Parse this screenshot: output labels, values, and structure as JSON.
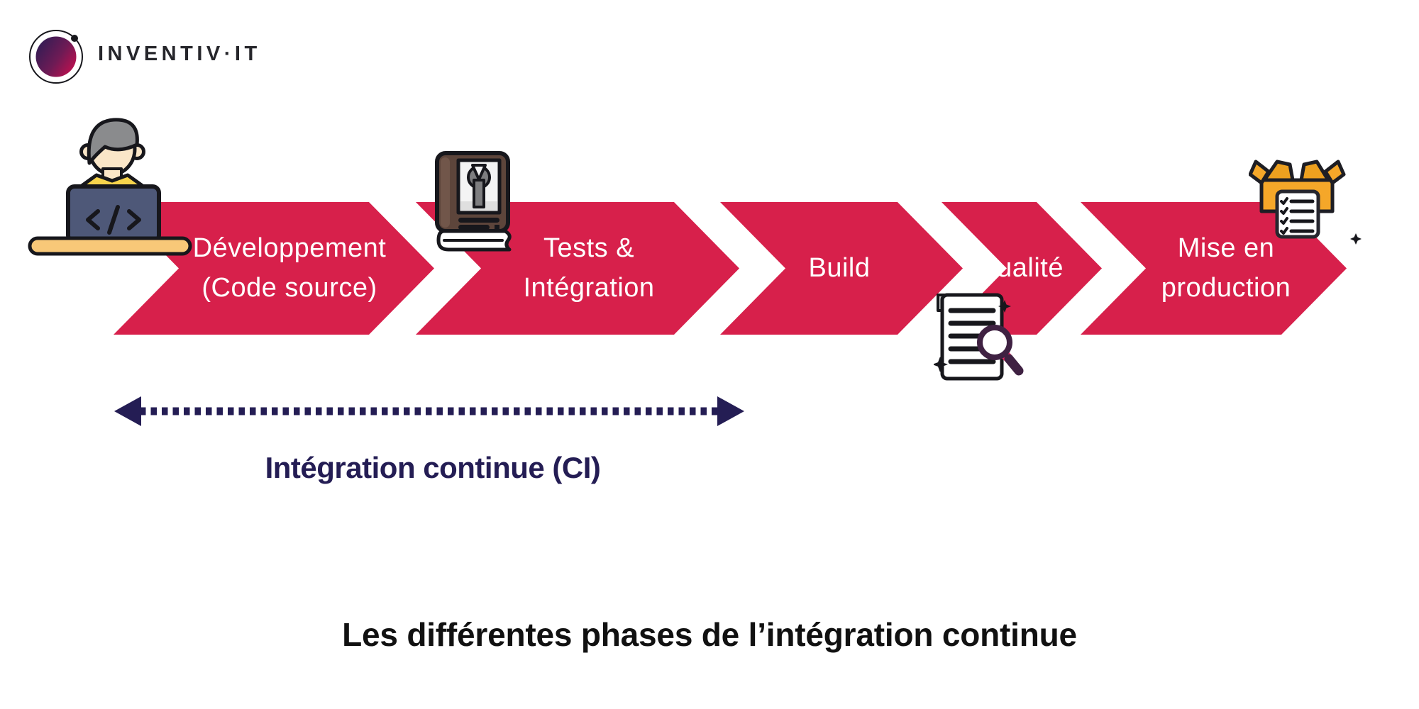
{
  "logo": {
    "brand_text": "INVENTIV·IT"
  },
  "phases": [
    {
      "id": "developpement",
      "lines": [
        "Développement",
        "(Code source)"
      ]
    },
    {
      "id": "tests-integration",
      "lines": [
        "Tests &",
        "Intégration"
      ]
    },
    {
      "id": "build",
      "lines": [
        "Build",
        ""
      ]
    },
    {
      "id": "qualite",
      "lines": [
        "Qualité",
        ""
      ]
    },
    {
      "id": "mise-en-production",
      "lines": [
        "Mise en",
        "production"
      ]
    }
  ],
  "ci_span": {
    "label": "Intégration continue (CI)"
  },
  "caption": {
    "text": "Les différentes phases de l’intégration continue"
  },
  "icons": [
    "logo-orbit-mark-icon",
    "developer-at-laptop-icon",
    "manual-book-wrench-icon",
    "quality-document-magnifier-icon",
    "release-package-box-icon"
  ],
  "colors": {
    "arrow_crimson": "#D7204B",
    "navy": "#241D54",
    "caption_black": "#111111",
    "label_white": "#FFFFFF",
    "logo_gradient_start": "#2E1C55",
    "logo_gradient_end": "#C50F4E",
    "shirt_yellow": "#F7D44C",
    "laptop_slate": "#4E5878",
    "desk_tan": "#F8C878",
    "book_brown": "#5D453B",
    "box_orange": "#F5A729",
    "magnifier_plum": "#3F2142",
    "magnifier_pink": "#E72863"
  }
}
